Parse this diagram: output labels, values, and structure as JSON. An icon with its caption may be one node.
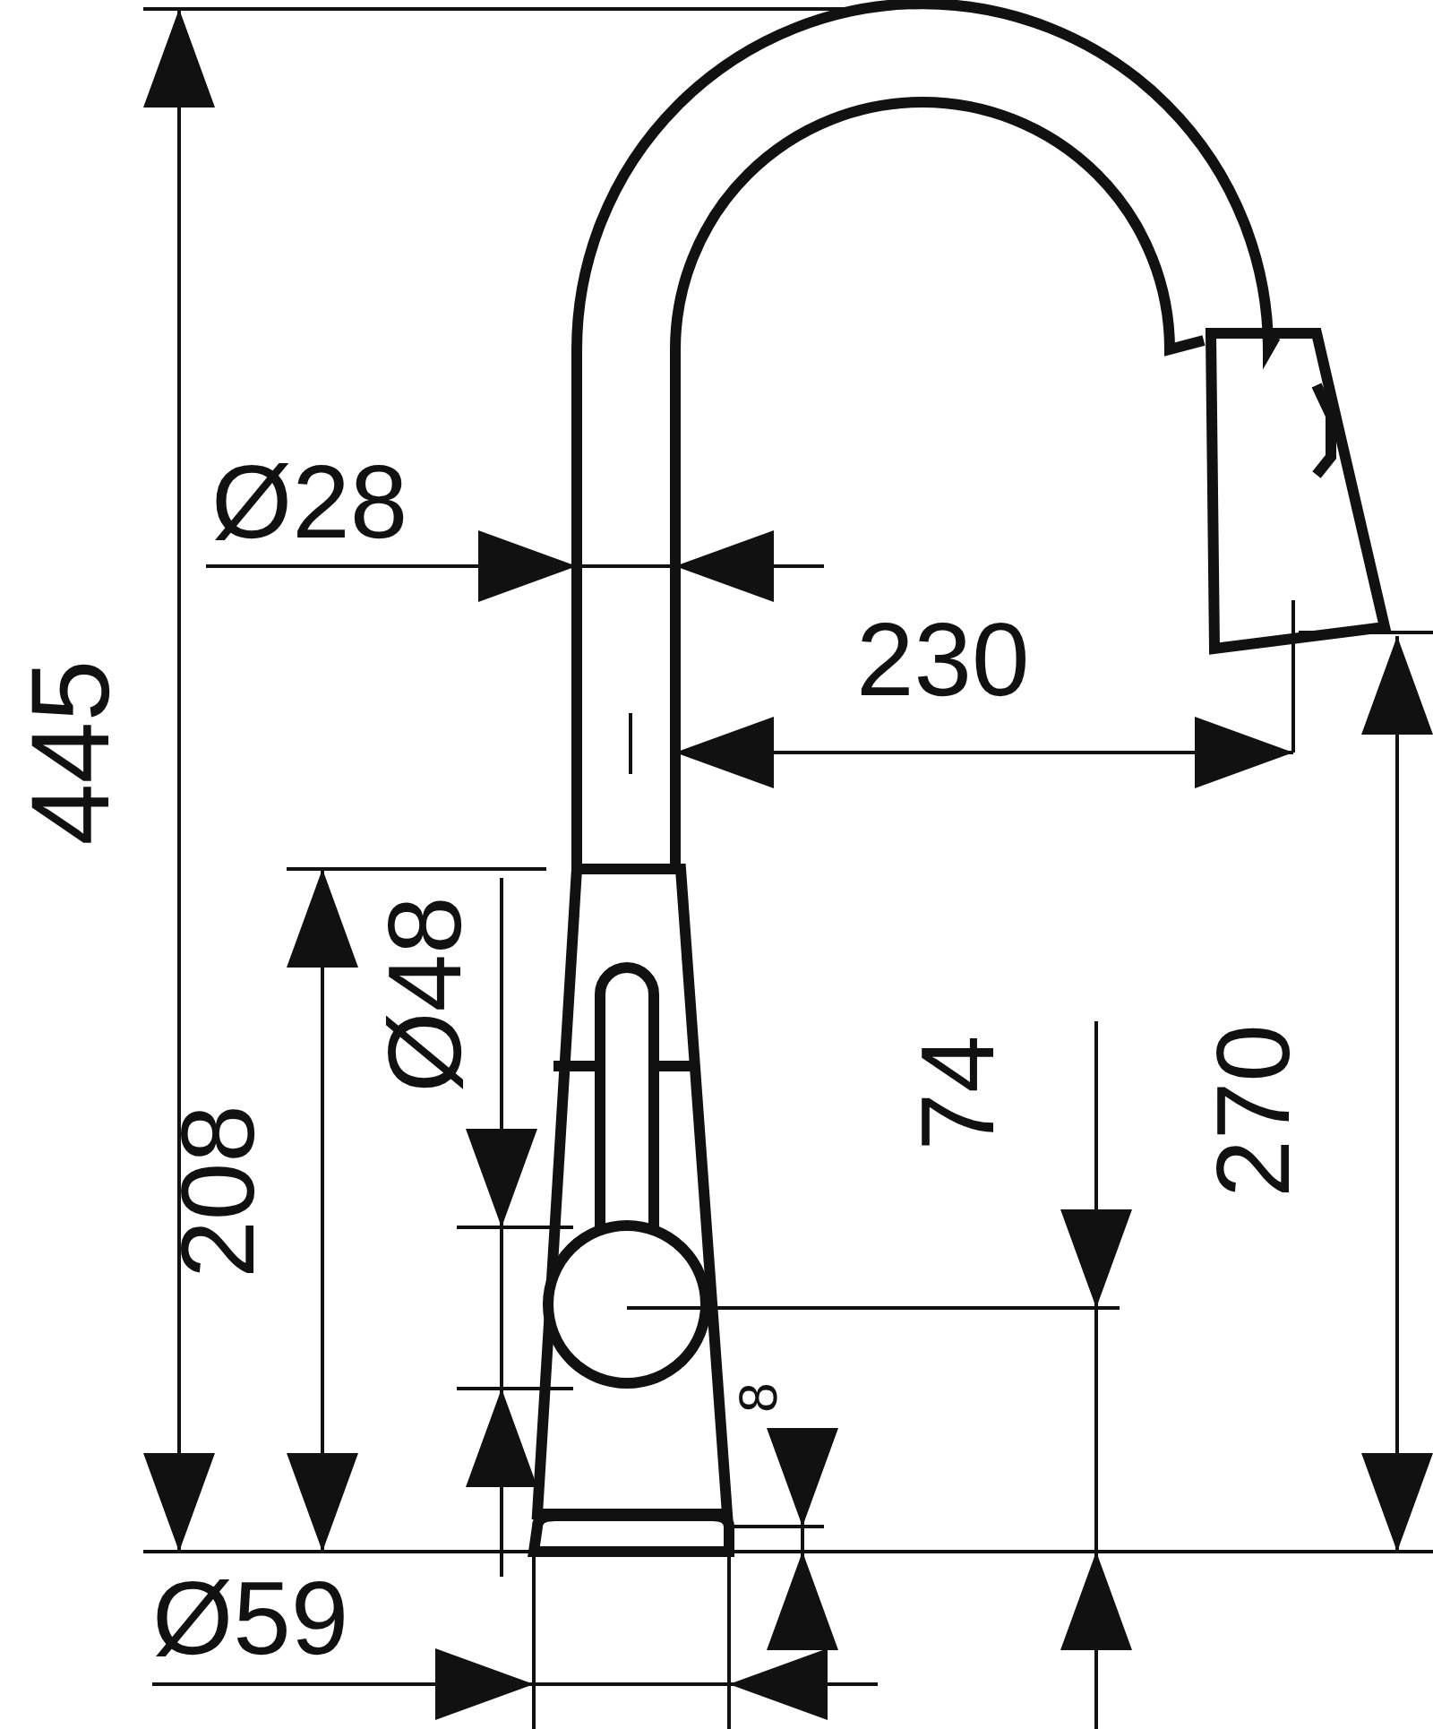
{
  "diagram": {
    "labels": [
      "445",
      "Ø28",
      "230",
      "Ø48",
      "208",
      "74",
      "270",
      "8",
      "Ø59"
    ]
  }
}
